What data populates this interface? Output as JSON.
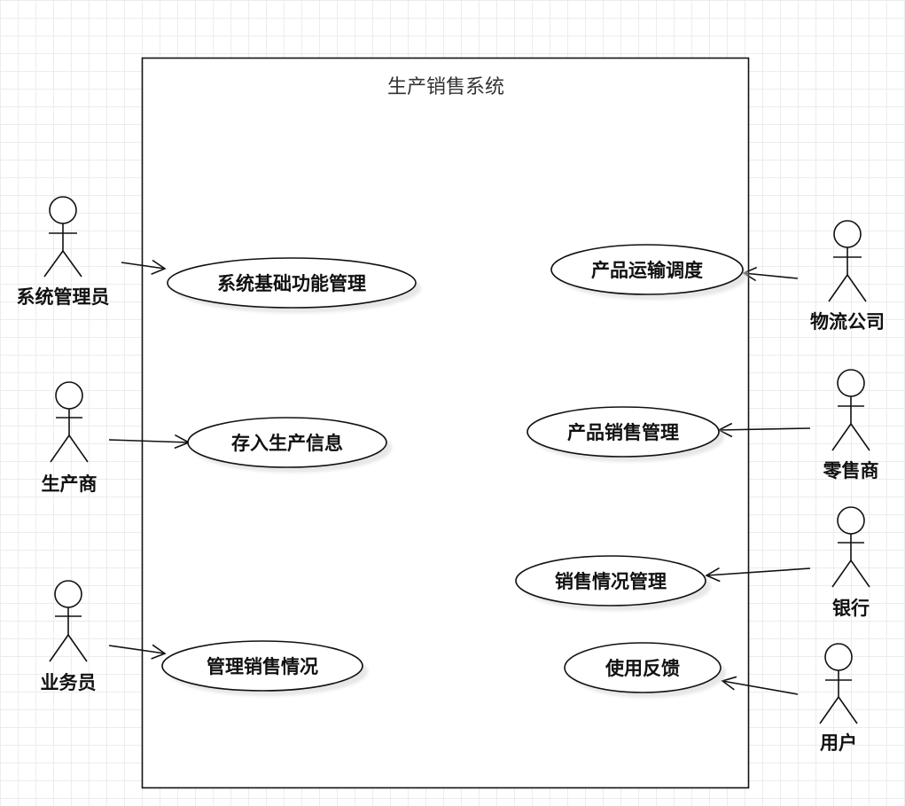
{
  "system": {
    "title": "生产销售系统"
  },
  "actors": [
    {
      "id": "admin",
      "label": "系统管理员"
    },
    {
      "id": "producer",
      "label": "生产商"
    },
    {
      "id": "salesman",
      "label": "业务员"
    },
    {
      "id": "logistics",
      "label": "物流公司"
    },
    {
      "id": "retailer",
      "label": "零售商"
    },
    {
      "id": "bank",
      "label": "银行"
    },
    {
      "id": "user",
      "label": "用户"
    }
  ],
  "use_cases": [
    {
      "id": "uc-basic",
      "label": "系统基础功能管理"
    },
    {
      "id": "uc-store",
      "label": "存入生产信息"
    },
    {
      "id": "uc-manage-sales",
      "label": "管理销售情况"
    },
    {
      "id": "uc-transport",
      "label": "产品运输调度"
    },
    {
      "id": "uc-product-sales",
      "label": "产品销售管理"
    },
    {
      "id": "uc-sales-status",
      "label": "销售情况管理"
    },
    {
      "id": "uc-feedback",
      "label": "使用反馈"
    }
  ],
  "associations": [
    {
      "from": "admin",
      "to": "uc-basic"
    },
    {
      "from": "producer",
      "to": "uc-store"
    },
    {
      "from": "salesman",
      "to": "uc-manage-sales"
    },
    {
      "from": "logistics",
      "to": "uc-transport"
    },
    {
      "from": "retailer",
      "to": "uc-product-sales"
    },
    {
      "from": "bank",
      "to": "uc-sales-status"
    },
    {
      "from": "user",
      "to": "uc-feedback"
    }
  ]
}
